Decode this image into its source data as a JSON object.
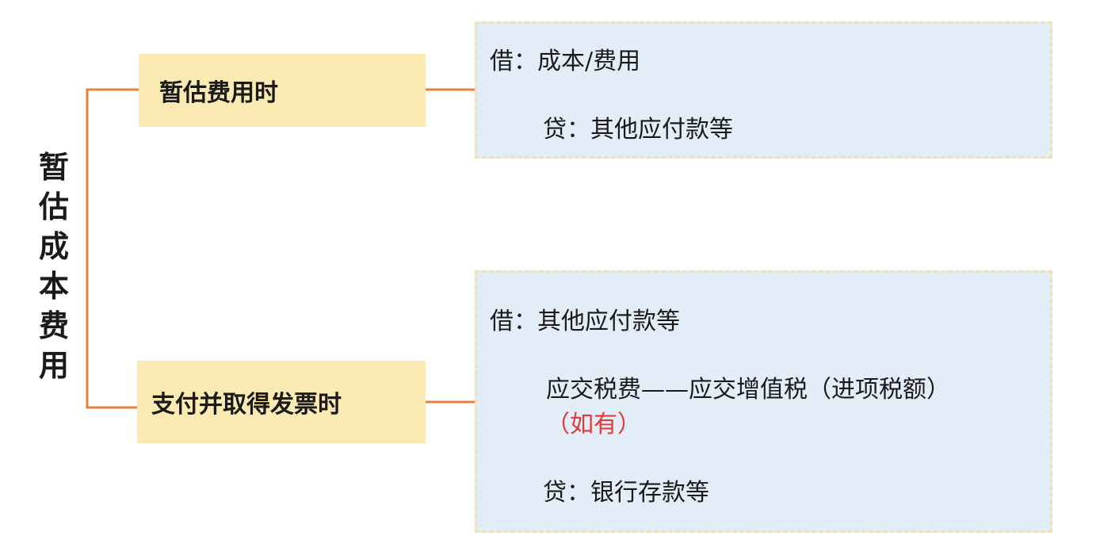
{
  "colors": {
    "connector": "#e8803a",
    "branch_fill": "#fbeab1",
    "entry_fill": "#e3edf7",
    "entry_border": "#f2e3a6",
    "note_text": "#e23a3a"
  },
  "root": {
    "chars": [
      "暂",
      "估",
      "成",
      "本",
      "费",
      "用"
    ]
  },
  "branches": [
    {
      "label": "暂估费用时",
      "entries": {
        "debit": "借：成本/费用",
        "credit": "贷：其他应付款等"
      }
    },
    {
      "label": "支付并取得发票时",
      "entries": {
        "debit": "借：其他应付款等",
        "debit_2": "应交税费——应交增值税（进项税额）",
        "debit_2_note": "（如有）",
        "credit": "贷：银行存款等"
      }
    }
  ]
}
